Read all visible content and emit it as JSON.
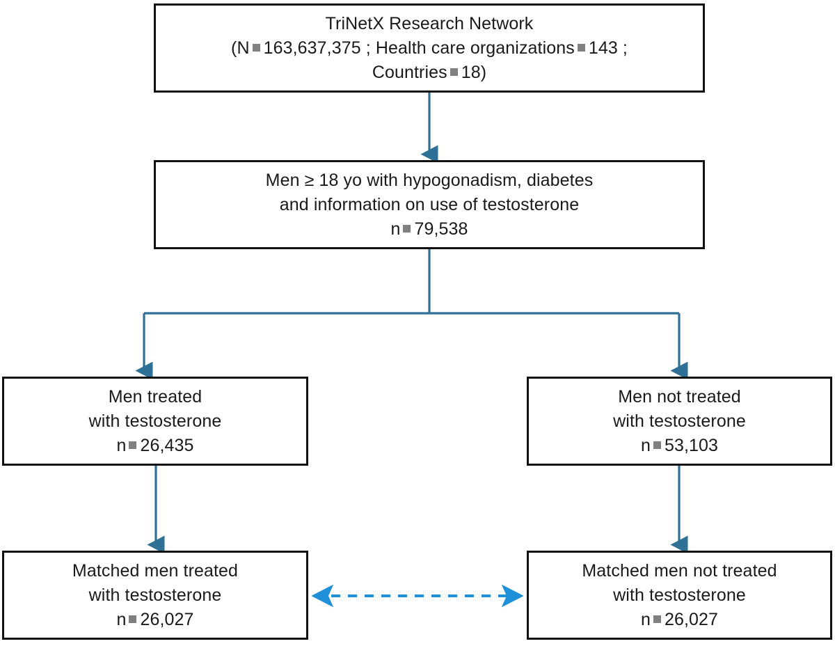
{
  "diagram": {
    "type": "study-flow-chart",
    "eq_glyph": "▪",
    "colors": {
      "box_border": "#111111",
      "box_fill": "#ffffff",
      "text": "#1a1a1a",
      "connector_solid": "#2e7096",
      "connector_dashed": "#1f8fd8",
      "glyph_square": "#808080"
    },
    "nodes": {
      "source": {
        "id": "source",
        "lines": [
          "TriNetX Research Network",
          "(N ▪ 163,637,375 ; Health care organizations ▪143 ;",
          "Countries ▪ 18)"
        ],
        "line1": "TriNetX Research Network",
        "line2_a": "(N",
        "line2_b": "163,637,375 ; Health care organizations",
        "line2_c": "143 ;",
        "line3_a": "Countries",
        "line3_b": "18)",
        "population_N": "163,637,375",
        "health_care_organizations": "143",
        "countries": "18"
      },
      "eligible": {
        "id": "eligible",
        "lines": [
          "Men ≥ 18 yo with hypogonadism, diabetes",
          "and information on use of testosterone",
          "n ▪ 79,538"
        ],
        "line1": "Men ≥ 18 yo with hypogonadism, diabetes",
        "line2": "and information on use of testosterone",
        "line3_a": "n",
        "line3_b": "79,538",
        "n": "79,538"
      },
      "treated": {
        "id": "treated",
        "lines": [
          "Men treated",
          "with testosterone",
          "n ▪ 26,435"
        ],
        "line1": "Men treated",
        "line2": "with testosterone",
        "line3_a": "n",
        "line3_b": "26,435",
        "n": "26,435"
      },
      "untreated": {
        "id": "untreated",
        "lines": [
          "Men not treated",
          "with testosterone",
          "n ▪ 53,103"
        ],
        "line1": "Men not treated",
        "line2": "with testosterone",
        "line3_a": "n",
        "line3_b": "53,103",
        "n": "53,103"
      },
      "matched_treated": {
        "id": "matched_treated",
        "lines": [
          "Matched men treated",
          "with testosterone",
          "n ▪ 26,027"
        ],
        "line1": "Matched men treated",
        "line2": "with testosterone",
        "line3_a": "n",
        "line3_b": "26,027",
        "n": "26,027"
      },
      "matched_untreated": {
        "id": "matched_untreated",
        "lines": [
          "Matched men not treated",
          "with testosterone",
          "n ▪ 26,027"
        ],
        "line1": "Matched men not treated",
        "line2": "with testosterone",
        "line3_a": "n",
        "line3_b": "26,027",
        "n": "26,027"
      }
    },
    "edges": [
      {
        "id": "source-to-eligible",
        "from": "source",
        "to": "eligible",
        "style": "solid",
        "arrows": "end"
      },
      {
        "id": "eligible-to-treated",
        "from": "eligible",
        "to": "treated",
        "style": "solid",
        "arrows": "end"
      },
      {
        "id": "eligible-to-untreated",
        "from": "eligible",
        "to": "untreated",
        "style": "solid",
        "arrows": "end"
      },
      {
        "id": "treated-to-matched",
        "from": "treated",
        "to": "matched_treated",
        "style": "solid",
        "arrows": "end"
      },
      {
        "id": "untreated-to-matched",
        "from": "untreated",
        "to": "matched_untreated",
        "style": "solid",
        "arrows": "end"
      },
      {
        "id": "matched-pair-link",
        "from": "matched_treated",
        "to": "matched_untreated",
        "style": "dashed",
        "arrows": "both"
      }
    ]
  }
}
